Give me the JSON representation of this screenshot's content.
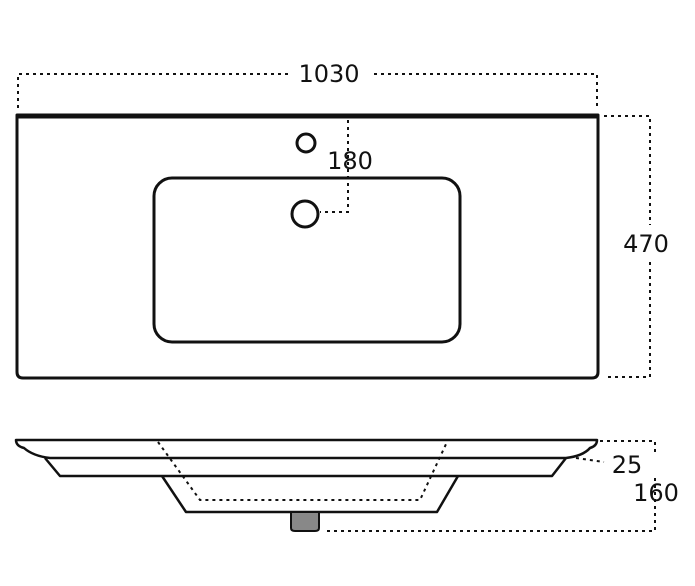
{
  "dimensions": {
    "width": "1030",
    "depth": "470",
    "tap_offset": "180",
    "rim_thickness": "25",
    "total_height": "160"
  },
  "colors": {
    "line": "#111111",
    "background": "#ffffff"
  }
}
